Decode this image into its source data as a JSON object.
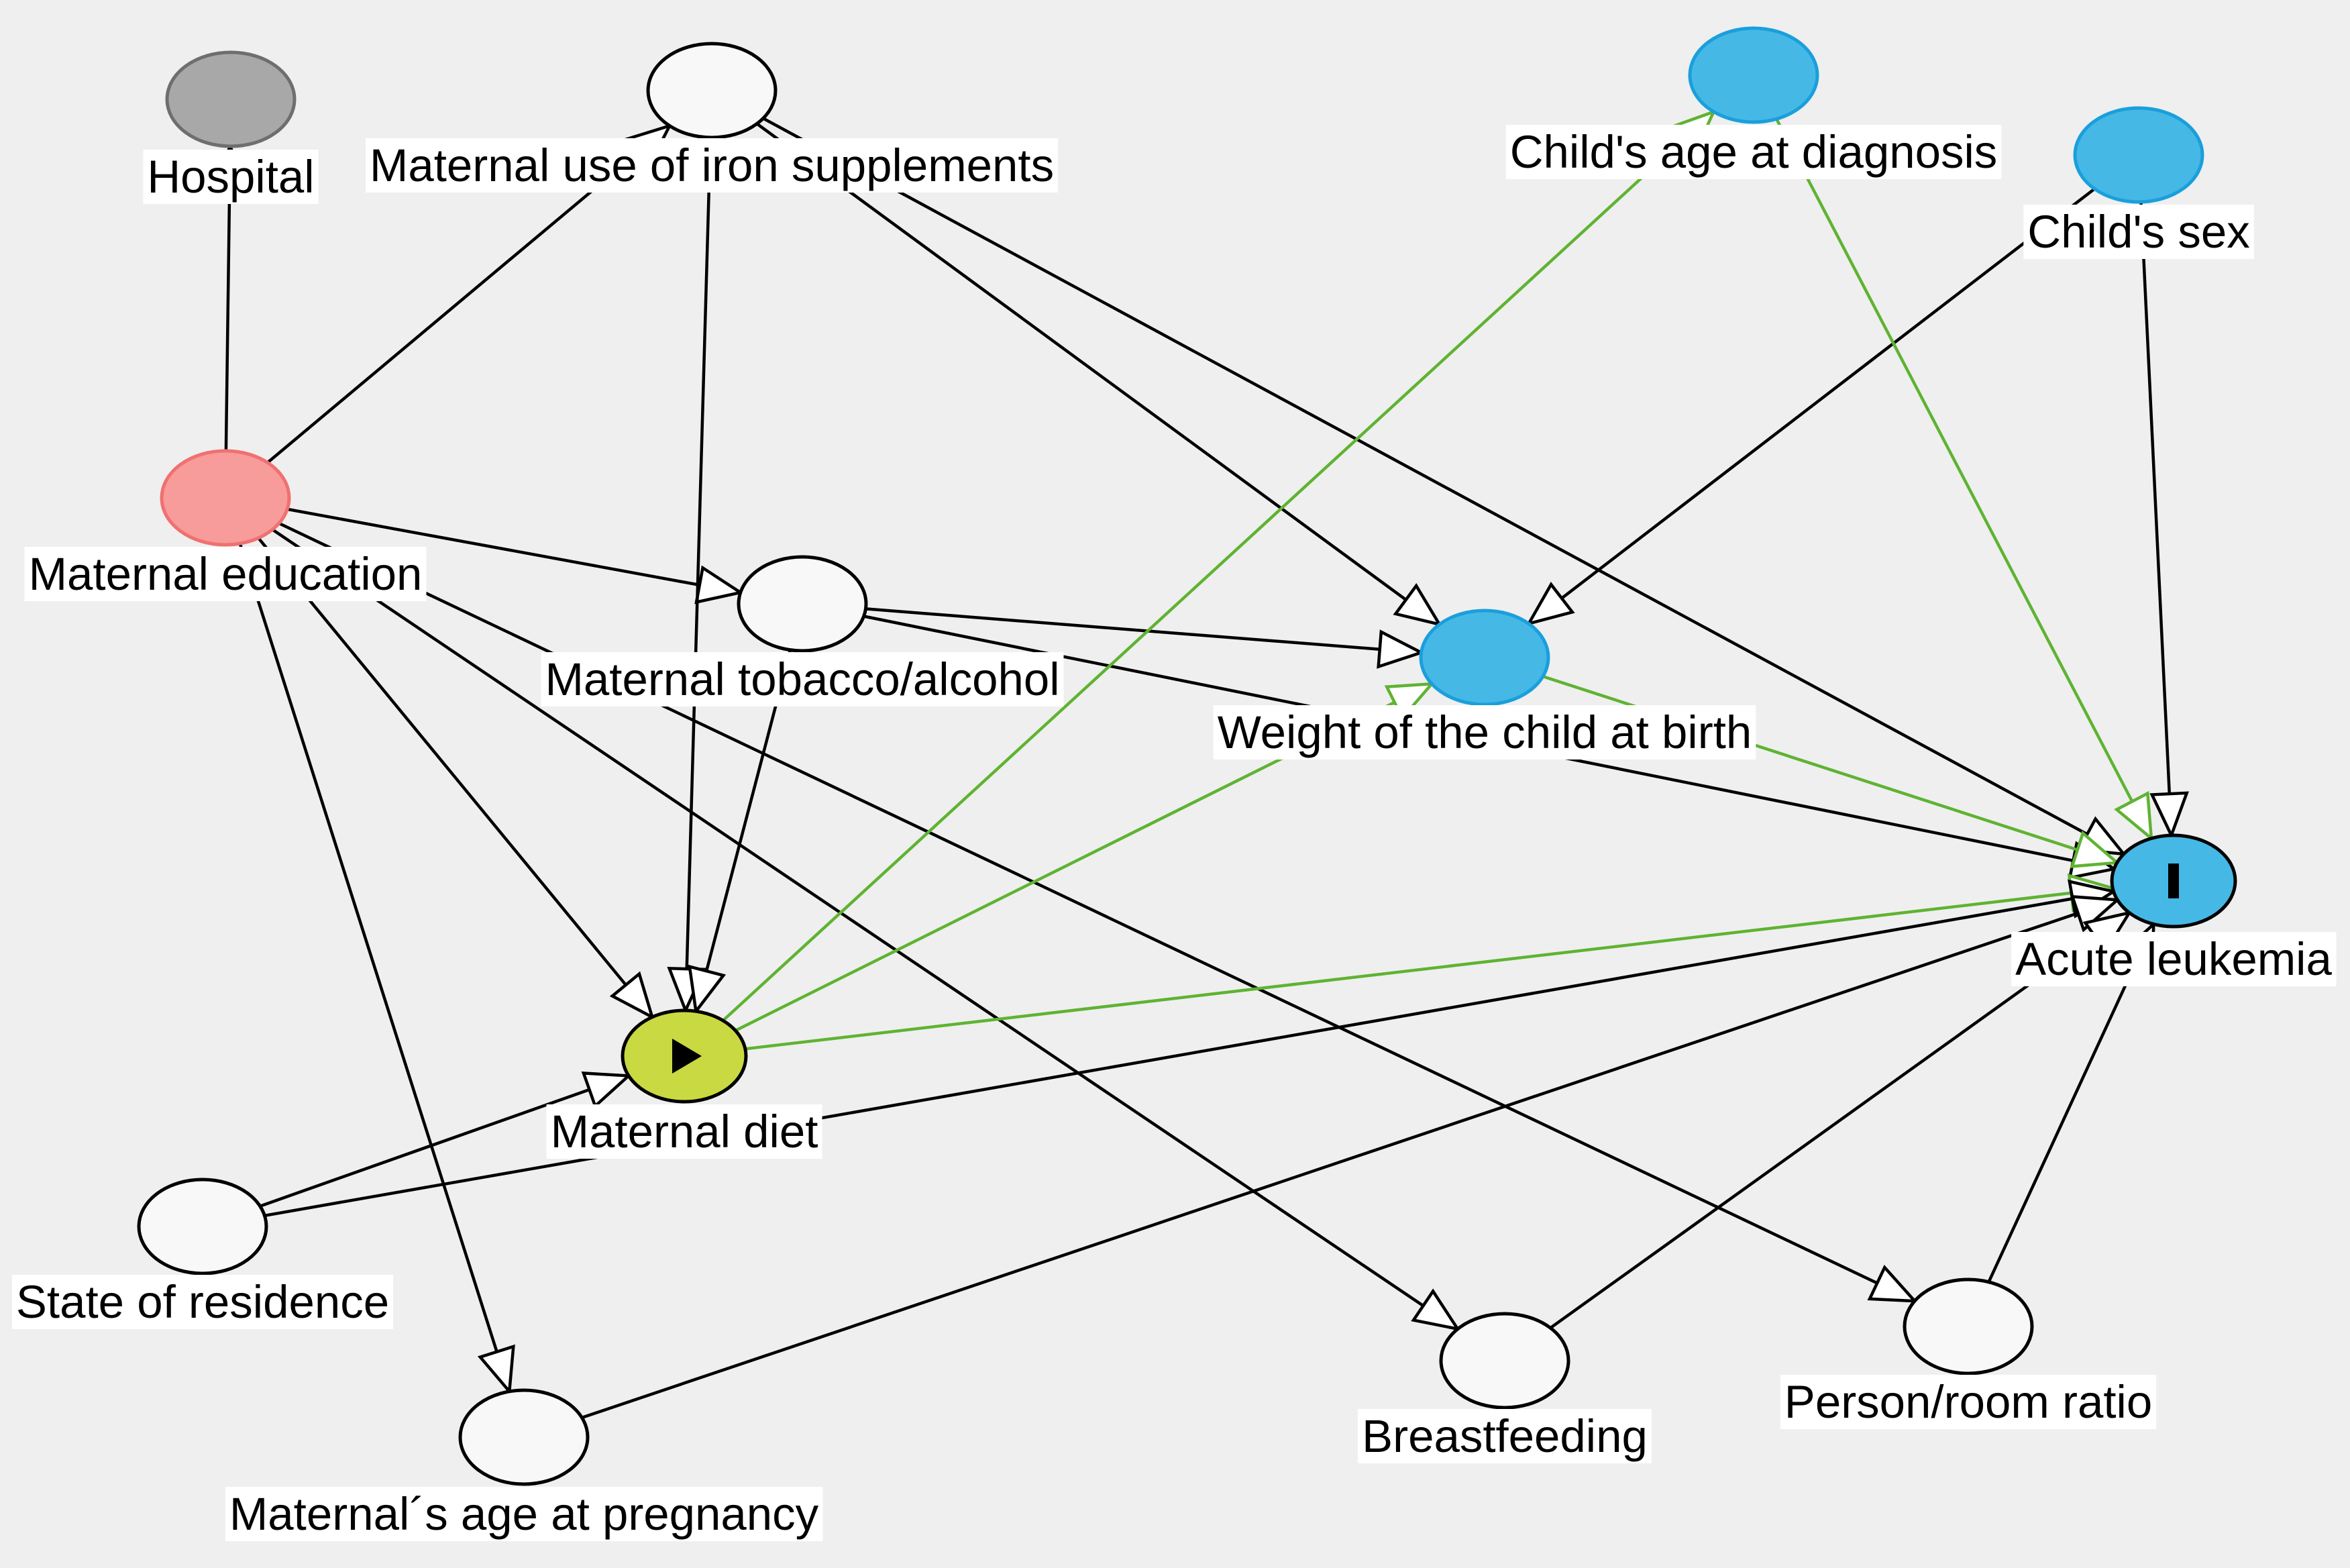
{
  "colors": {
    "edge_default": "#000000",
    "edge_causal": "#5fb332",
    "node_default": "#f8f8f8",
    "node_adjusted": "#a8a8a8",
    "node_ancestor_both": "#f79b9b",
    "node_ancestor_outcome": "#45b8e6",
    "node_exposure": "#c9d942",
    "node_outcome": "#45b8e6",
    "background": "#efefef"
  },
  "nodes": [
    {
      "id": "hospital",
      "label": "Hospital",
      "kind": "adjusted"
    },
    {
      "id": "iron",
      "label": "Maternal use of iron supplements",
      "kind": "default"
    },
    {
      "id": "age_dx",
      "label": "Child's age at diagnosis",
      "kind": "ancestor_outcome"
    },
    {
      "id": "sex",
      "label": "Child's sex",
      "kind": "ancestor_outcome"
    },
    {
      "id": "education",
      "label": "Maternal education",
      "kind": "ancestor_both"
    },
    {
      "id": "tobacco",
      "label": "Maternal tobacco/alcohol",
      "kind": "default"
    },
    {
      "id": "weight",
      "label": "Weight of the child at birth",
      "kind": "ancestor_outcome"
    },
    {
      "id": "leukemia",
      "label": "Acute leukemia",
      "kind": "outcome",
      "icon": "outcome-bar-icon"
    },
    {
      "id": "diet",
      "label": "Maternal diet",
      "kind": "exposure",
      "icon": "play-icon"
    },
    {
      "id": "residence",
      "label": "State of residence",
      "kind": "default"
    },
    {
      "id": "breast",
      "label": "Breastfeeding",
      "kind": "default"
    },
    {
      "id": "room",
      "label": "Person/room ratio",
      "kind": "default"
    },
    {
      "id": "mage",
      "label": "Maternal´s age at pregnancy",
      "kind": "default"
    }
  ],
  "edges": [
    {
      "from": "education",
      "to": "hospital",
      "type": "black"
    },
    {
      "from": "education",
      "to": "iron",
      "type": "black"
    },
    {
      "from": "education",
      "to": "tobacco",
      "type": "black"
    },
    {
      "from": "education",
      "to": "diet",
      "type": "black"
    },
    {
      "from": "education",
      "to": "mage",
      "type": "black"
    },
    {
      "from": "education",
      "to": "breast",
      "type": "black"
    },
    {
      "from": "education",
      "to": "room",
      "type": "black"
    },
    {
      "from": "iron",
      "to": "diet",
      "type": "black"
    },
    {
      "from": "iron",
      "to": "weight",
      "type": "black"
    },
    {
      "from": "iron",
      "to": "leukemia",
      "type": "black"
    },
    {
      "from": "tobacco",
      "to": "weight",
      "type": "black"
    },
    {
      "from": "tobacco",
      "to": "diet",
      "type": "black"
    },
    {
      "from": "tobacco",
      "to": "leukemia",
      "type": "black"
    },
    {
      "from": "sex",
      "to": "weight",
      "type": "black"
    },
    {
      "from": "sex",
      "to": "leukemia",
      "type": "black"
    },
    {
      "from": "age_dx",
      "to": "leukemia",
      "type": "green"
    },
    {
      "from": "diet",
      "to": "age_dx",
      "type": "green"
    },
    {
      "from": "diet",
      "to": "weight",
      "type": "green"
    },
    {
      "from": "diet",
      "to": "leukemia",
      "type": "green"
    },
    {
      "from": "weight",
      "to": "leukemia",
      "type": "green"
    },
    {
      "from": "residence",
      "to": "diet",
      "type": "black"
    },
    {
      "from": "residence",
      "to": "leukemia",
      "type": "black"
    },
    {
      "from": "mage",
      "to": "leukemia",
      "type": "black"
    },
    {
      "from": "breast",
      "to": "leukemia",
      "type": "black"
    },
    {
      "from": "room",
      "to": "leukemia",
      "type": "black"
    }
  ]
}
